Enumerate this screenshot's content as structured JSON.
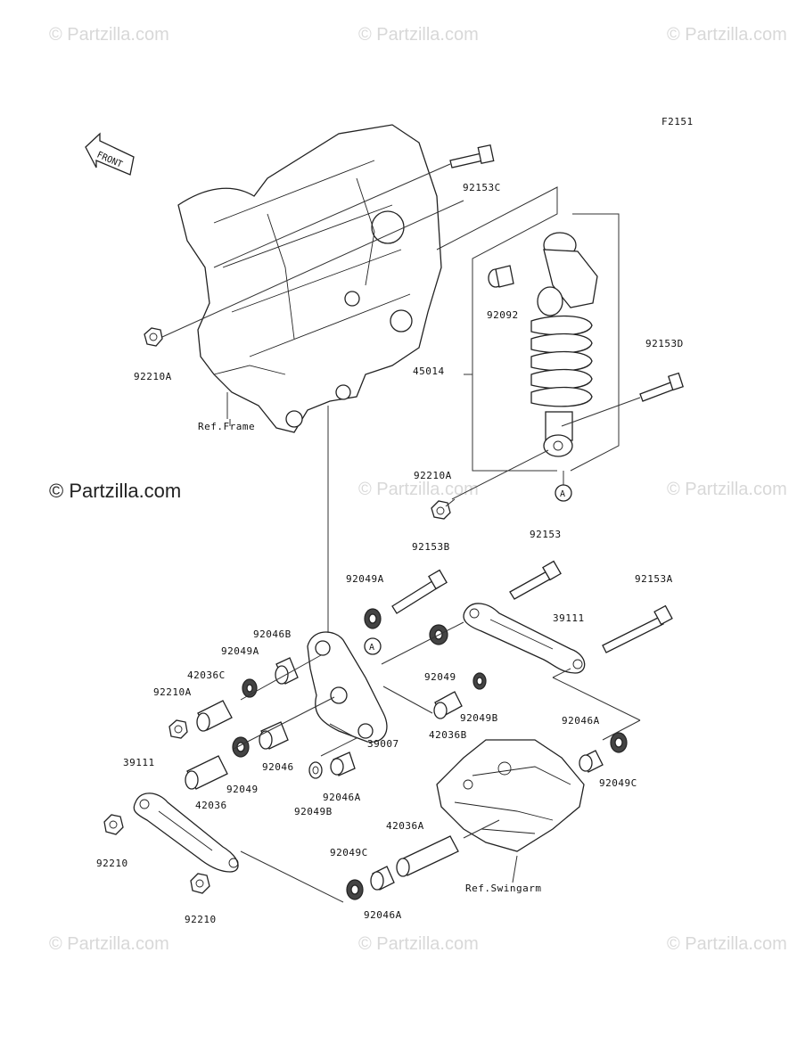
{
  "figure_code": "F2151",
  "watermark_text": "© Partzilla.com",
  "front_label": "FRONT",
  "callout_letter": "A",
  "labels": {
    "p92153C": "92153C",
    "p92092": "92092",
    "p92210A_top": "92210A",
    "p45014": "45014",
    "p92153D": "92153D",
    "ref_frame": "Ref.Frame",
    "p92210A_mid": "92210A",
    "p92153B": "92153B",
    "p92153": "92153",
    "p92049A_top": "92049A",
    "p92153A": "92153A",
    "p92046B": "92046B",
    "p39111_top": "39111",
    "p92049A_left": "92049A",
    "p42036C": "42036C",
    "p92049": "92049",
    "p92210A_low": "92210A",
    "p92049B_right": "92049B",
    "p42036B": "42036B",
    "p39007": "39007",
    "p92046A_right": "92046A",
    "p39111_left": "39111",
    "p92046": "92046",
    "p92049_low": "92049",
    "p92046A_mid": "92046A",
    "p92049C_right": "92049C",
    "p42036": "42036",
    "p92049B_low": "92049B",
    "p92210_top": "92210",
    "p42036A": "42036A",
    "p92049C_low": "92049C",
    "ref_swingarm": "Ref.Swingarm",
    "p92210_low": "92210",
    "p92046A_low": "92046A"
  }
}
